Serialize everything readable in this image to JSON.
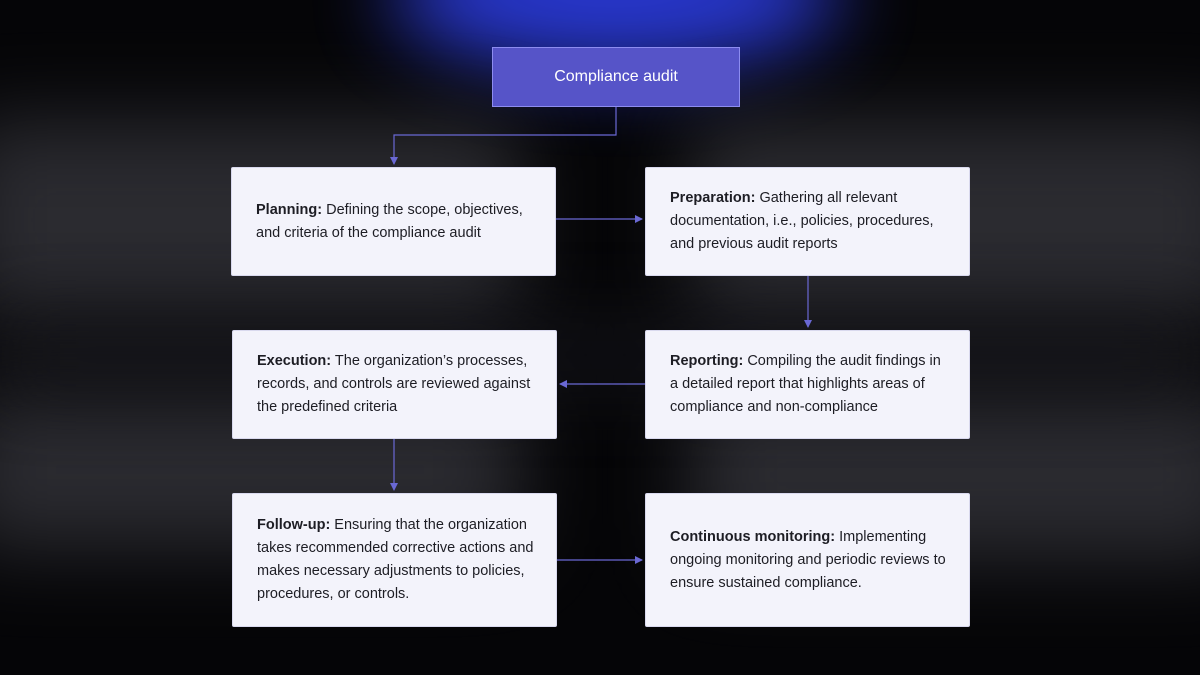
{
  "diagram": {
    "root": {
      "label": "Compliance audit",
      "color": "#5654c8"
    },
    "connector_color": "#6a68d4",
    "steps": [
      {
        "id": "planning",
        "term": "Planning:",
        "description": " Defining the scope, objectives, and criteria of the compliance audit"
      },
      {
        "id": "preparation",
        "term": "Preparation:",
        "description": " Gathering all relevant documentation, i.e., policies, procedures, and previous audit reports"
      },
      {
        "id": "execution",
        "term": "Execution:",
        "description": " The organization’s processes, records, and controls are reviewed against the predefined criteria"
      },
      {
        "id": "reporting",
        "term": "Reporting:",
        "description": " Compiling the audit findings in a detailed report that highlights areas of compliance and non-compliance"
      },
      {
        "id": "followup",
        "term": "Follow-up:",
        "description": " Ensuring that the organization takes recommended corrective actions and makes necessary adjustments to policies, procedures, or controls."
      },
      {
        "id": "monitoring",
        "term": "Continuous monitoring:",
        "description": " Implementing ongoing monitoring and periodic reviews to ensure sustained compliance."
      }
    ],
    "flow": [
      [
        "root",
        "planning"
      ],
      [
        "planning",
        "preparation"
      ],
      [
        "preparation",
        "reporting"
      ],
      [
        "reporting",
        "execution"
      ],
      [
        "execution",
        "followup"
      ],
      [
        "followup",
        "monitoring"
      ]
    ]
  }
}
